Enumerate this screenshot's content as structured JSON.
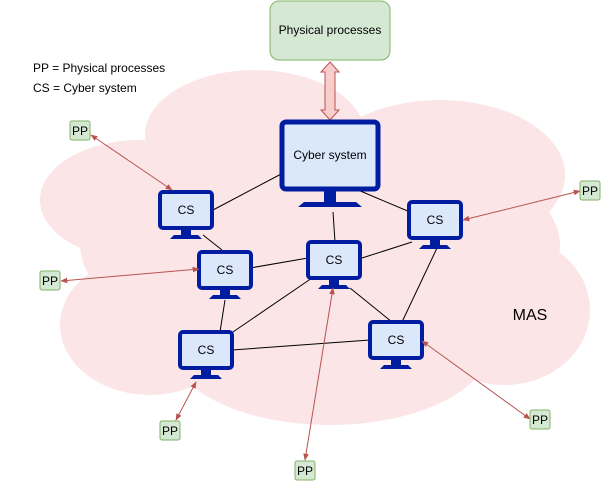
{
  "legend": {
    "line1": "PP = Physical processes",
    "line2": "CS = Cyber system"
  },
  "physical_processes_box": {
    "label": "Physical processes"
  },
  "cyber_system": {
    "label": "Cyber system"
  },
  "cs_nodes": [
    "CS",
    "CS",
    "CS",
    "CS",
    "CS",
    "CS"
  ],
  "pp_nodes": [
    "PP",
    "PP",
    "PP",
    "PP",
    "PP",
    "PP"
  ],
  "mas_label": "MAS",
  "colors": {
    "cloud_fill": "#fbe5e6",
    "monitor_stroke": "#001ca0",
    "screen_fill": "#dbe8fc",
    "pp_fill": "#d5e8d4",
    "pp_stroke": "#82b366",
    "arrow_color": "#b85450",
    "big_arrow_fill": "#f8cecc"
  }
}
